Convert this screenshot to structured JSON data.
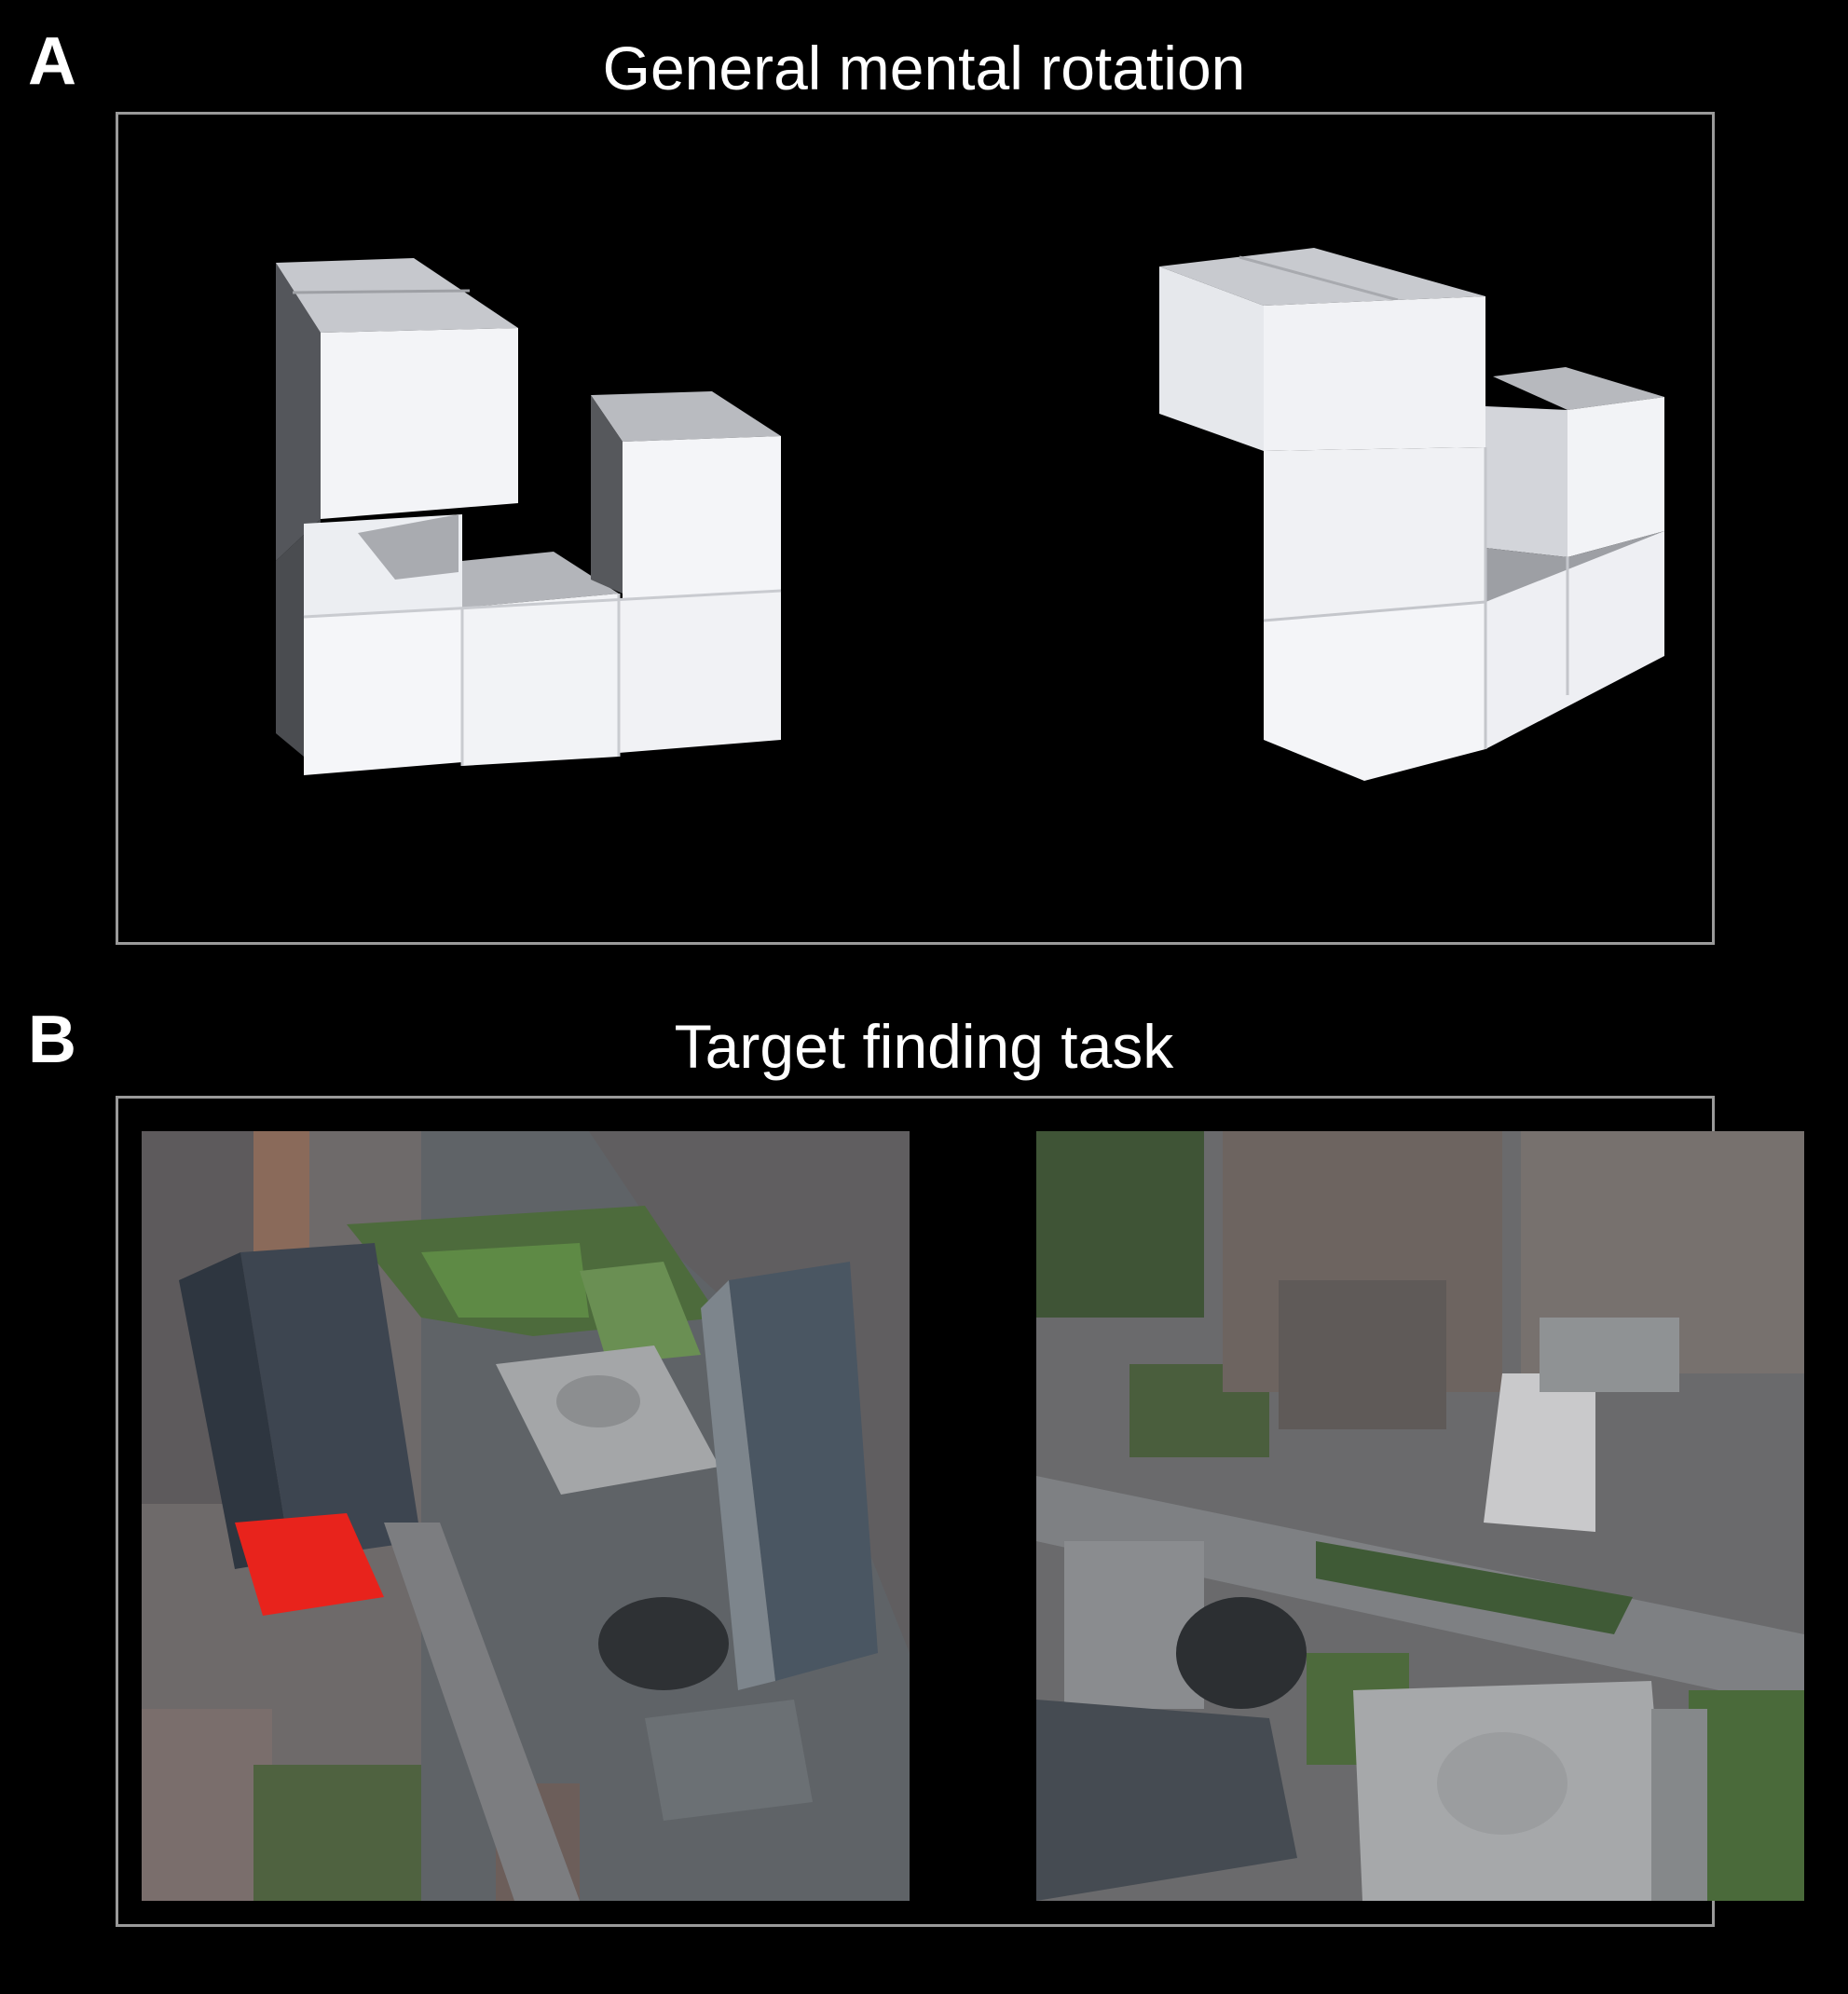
{
  "panels": [
    {
      "letter": "A",
      "title": "General mental rotation"
    },
    {
      "letter": "B",
      "title": "Target finding task"
    }
  ],
  "colors": {
    "background": "#000000",
    "frame": "#9a9a9a",
    "cube_front": "#f4f5f8",
    "cube_top": "#c2c4c9",
    "cube_side": "#5a5c60",
    "highlight_target": "#e8231c"
  }
}
